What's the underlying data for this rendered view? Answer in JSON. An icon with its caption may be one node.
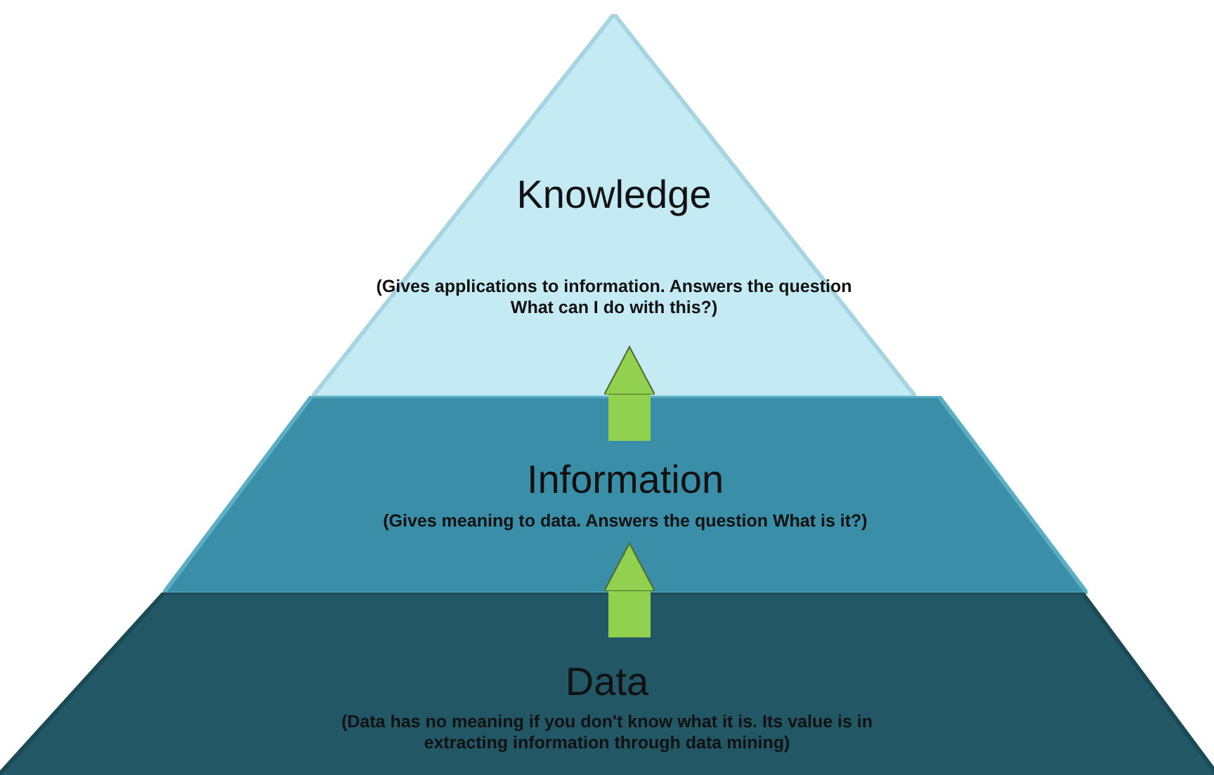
{
  "diagram": {
    "nodes": [
      {
        "text": [
          "Knowledge",
          "(Gives applications to information. Answers the question What can I do with this?)"
        ]
      },
      {
        "text": [
          "Information",
          "(Gives meaning to data. Answers the question What is it?)"
        ]
      },
      {
        "text": [
          "Data",
          "(Data has no meaning if you don't know what it is. Its value is in extracting information through data mining)"
        ]
      }
    ],
    "edges": [
      {
        "from": 2,
        "to": 1,
        "arrow": "to"
      },
      {
        "from": 1,
        "to": 0,
        "arrow": "to"
      }
    ]
  }
}
